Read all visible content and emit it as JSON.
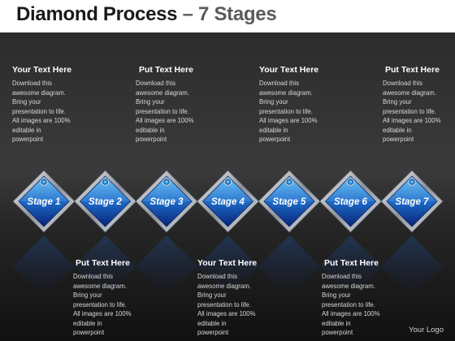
{
  "title": {
    "main": "Diamond Process",
    "dash": " – ",
    "sub": "7 Stages"
  },
  "stages": [
    "Stage 1",
    "Stage 2",
    "Stage 3",
    "Stage 4",
    "Stage 5",
    "Stage 6",
    "Stage 7"
  ],
  "top_blocks": [
    {
      "heading": "Your Text Here",
      "lines": [
        "Download this",
        "awesome diagram.",
        "Bring your",
        "presentation to life.",
        "All images are 100%",
        "editable in",
        "powerpoint"
      ]
    },
    {
      "heading": "Put Text Here",
      "lines": [
        "Download this",
        "awesome diagram.",
        "Bring your",
        "presentation to life.",
        "All images are 100%",
        "editable in",
        "powerpoint"
      ]
    },
    {
      "heading": "Your Text Here",
      "lines": [
        "Download this",
        "awesome diagram.",
        "Bring your",
        "presentation to life.",
        "All images are 100%",
        "editable in",
        "powerpoint"
      ]
    },
    {
      "heading": "Put Text Here",
      "lines": [
        "Download this",
        "awesome diagram.",
        "Bring your",
        "presentation to life.",
        "All images are 100%",
        "editable in",
        "powerpoint"
      ]
    }
  ],
  "bottom_blocks": [
    {
      "heading": "Put Text Here",
      "lines": [
        "Download this",
        "awesome diagram.",
        "Bring your",
        "presentation to life.",
        "All images are 100%",
        "editable in",
        "powerpoint"
      ]
    },
    {
      "heading": "Your Text Here",
      "lines": [
        "Download this",
        "awesome diagram.",
        "Bring your",
        "presentation to life.",
        "All images are 100%",
        "editable in",
        "powerpoint"
      ]
    },
    {
      "heading": "Put Text Here",
      "lines": [
        "Download this",
        "awesome diagram.",
        "Bring your",
        "presentation to life.",
        "All images are 100%",
        "editable in",
        "powerpoint"
      ]
    }
  ],
  "logo": "Your Logo",
  "colors": {
    "diamond_light": "#3fa6e8",
    "diamond_dark": "#0d2f8a",
    "frame": "#c8ccd4",
    "background": "#333333"
  }
}
